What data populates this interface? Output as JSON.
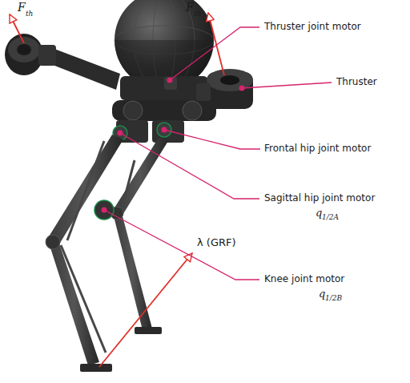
{
  "diagram": {
    "labels": [
      "F",
      "th",
      "F",
      "th",
      "Thruster joint motor",
      "Thruster",
      "Frontal hip joint motor",
      "Sagittal hip joint motor",
      "q",
      "1/2A",
      "Knee joint motor",
      "q",
      "1/2B",
      "λ (GRF)"
    ]
  }
}
